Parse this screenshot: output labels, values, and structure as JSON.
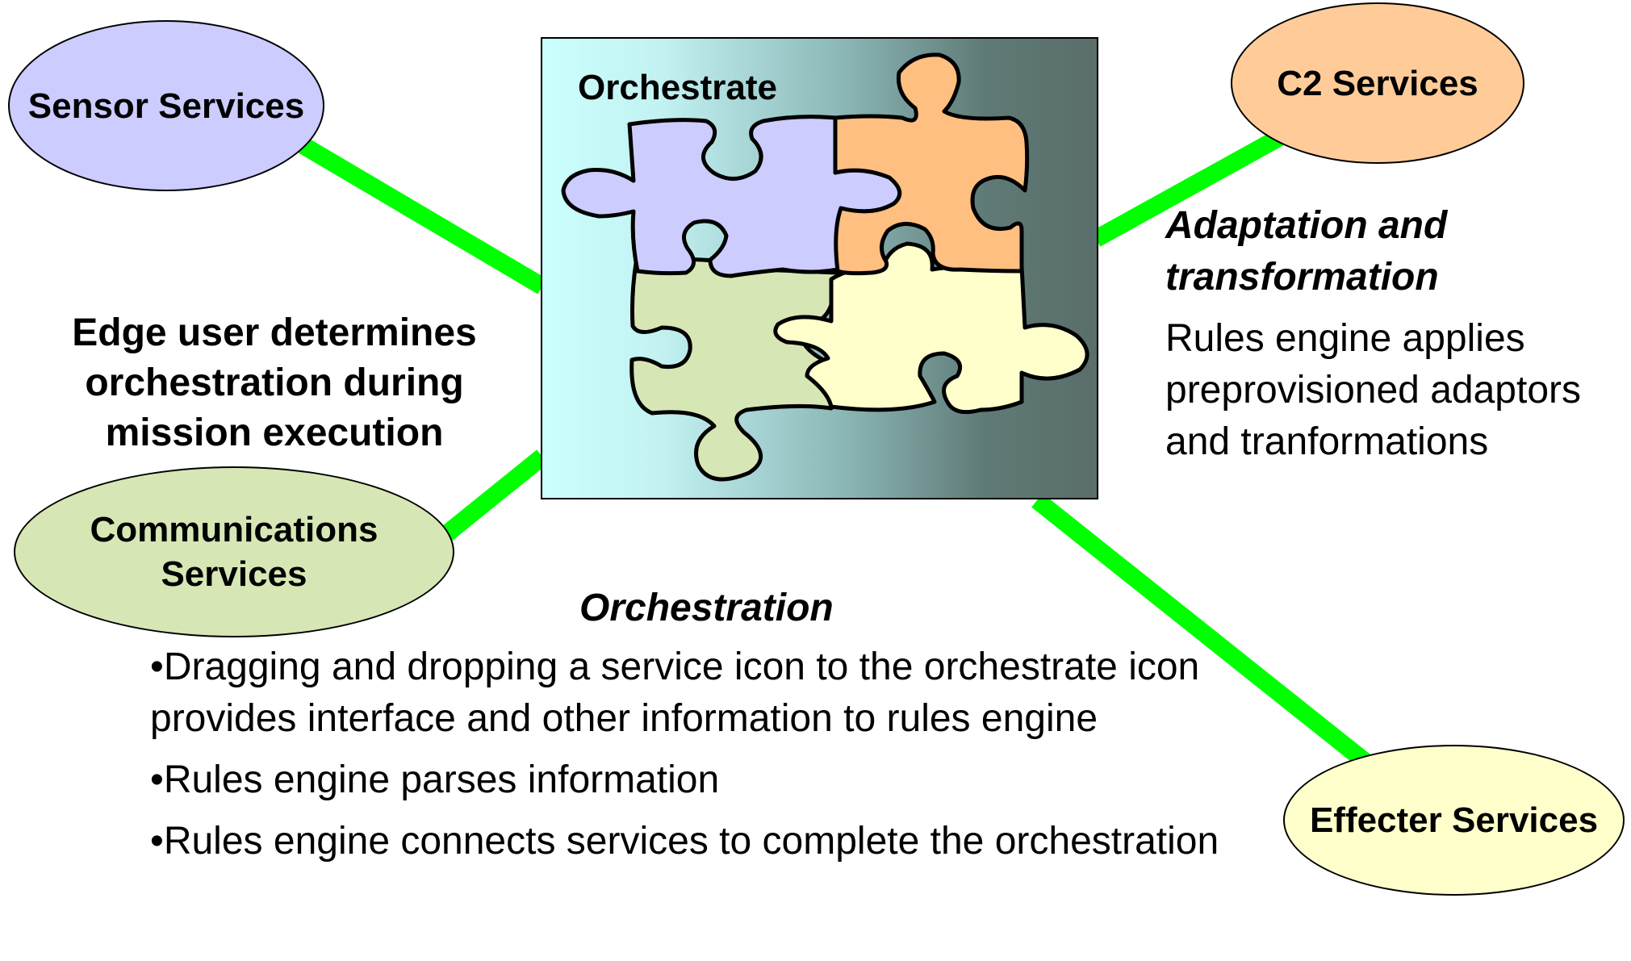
{
  "colors": {
    "connector": "#00ff00",
    "sensor_fill": "#ccccff",
    "c2_fill": "#ffcc99",
    "comms_fill": "#d6e7b5",
    "effecter_fill": "#ffffcc",
    "piece_blue": "#ccccff",
    "piece_orange": "#ffbf80",
    "piece_green": "#d6e7b5",
    "piece_yellow": "#ffffcc"
  },
  "nodes": {
    "sensor": "Sensor Services",
    "c2": "C2 Services",
    "comms_line1": "Communications",
    "comms_line2": "Services",
    "effecter": "Effecter Services"
  },
  "orchestrate_box": {
    "title": "Orchestrate",
    "icon": "puzzle-pieces-icon"
  },
  "edge_note": {
    "line1": "Edge user determines",
    "line2": "orchestration during",
    "line3": "mission execution"
  },
  "adaptation": {
    "title_line1": "Adaptation and",
    "title_line2": "transformation",
    "desc_line1": "Rules engine applies",
    "desc_line2": "preprovisioned adaptors",
    "desc_line3": "and tranformations"
  },
  "orchestration": {
    "title": "Orchestration",
    "bullet_glyph": "•",
    "bullets": [
      "Dragging and dropping a service icon to the orchestrate icon provides interface and other information to rules engine",
      "Rules engine parses information",
      "Rules engine connects services to complete the orchestration"
    ]
  }
}
